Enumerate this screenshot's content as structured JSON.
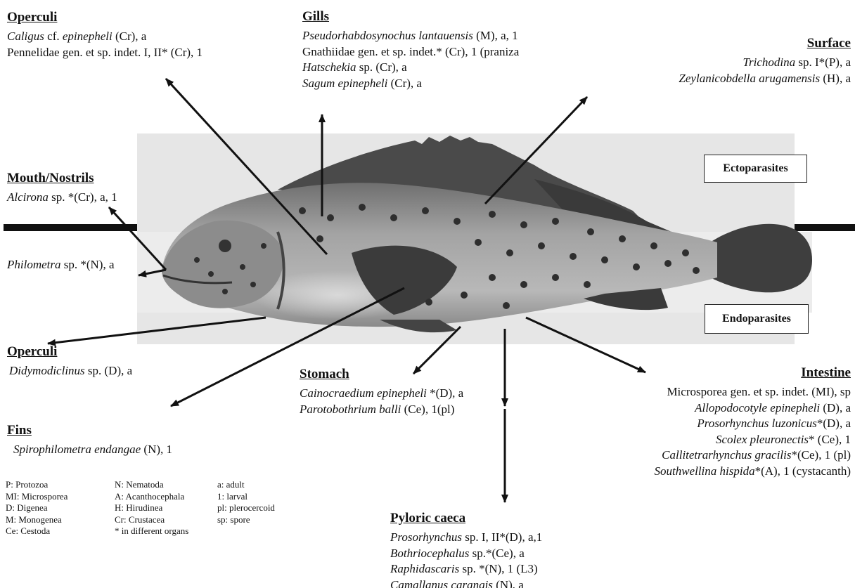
{
  "groups": {
    "operculi_top": {
      "header": "Operculi",
      "items": [
        [
          {
            "i": "Caligus"
          },
          {
            "t": " cf. "
          },
          {
            "i": "epinepheli"
          },
          {
            "t": " (Cr), a"
          }
        ],
        [
          {
            "t": "Pennelidae gen. et sp. indet. I, II* (Cr), 1"
          }
        ]
      ]
    },
    "gills": {
      "header": "Gills",
      "items": [
        [
          {
            "i": "Pseudorhabdosynochus lantauensis"
          },
          {
            "t": " (M), a, 1"
          }
        ],
        [
          {
            "t": "Gnathiidae gen. et sp. indet.* (Cr), 1 (praniza"
          }
        ],
        [
          {
            "i": "Hatschekia"
          },
          {
            "t": " sp. (Cr), a"
          }
        ],
        [
          {
            "i": "Sagum epinepheli"
          },
          {
            "t": " (Cr), a"
          }
        ]
      ]
    },
    "surface": {
      "header": "Surface",
      "items": [
        [
          {
            "i": "Trichodina"
          },
          {
            "t": " sp. I*(P), a"
          }
        ],
        [
          {
            "i": "Zeylanicobdella arugamensis"
          },
          {
            "t": " (H), a"
          }
        ]
      ]
    },
    "mouth": {
      "header": "Mouth/Nostrils",
      "items": [
        [
          {
            "i": "Alcirona"
          },
          {
            "t": " sp. *(Cr), a, 1"
          }
        ]
      ]
    },
    "philometra": {
      "header": "",
      "items": [
        [
          {
            "i": "Philometra"
          },
          {
            "t": " sp. *(N), a"
          }
        ]
      ]
    },
    "operculi_bottom": {
      "header": "Operculi",
      "items": [
        [
          {
            "i": "Didymodiclinus"
          },
          {
            "t": " sp. (D), a"
          }
        ]
      ]
    },
    "fins": {
      "header": "Fins",
      "items": [
        [
          {
            "i": "Spirophilometra endangae"
          },
          {
            "t": " (N), 1"
          }
        ]
      ]
    },
    "stomach": {
      "header": "Stomach",
      "items": [
        [
          {
            "i": "Cainocraedium epinepheli"
          },
          {
            "t": " *(D), a"
          }
        ],
        [
          {
            "i": "Parotobothrium balli"
          },
          {
            "t": " (Ce), 1(pl)"
          }
        ]
      ]
    },
    "intestine": {
      "header": "Intestine",
      "items": [
        [
          {
            "t": "Microsporea gen. et sp. indet. (MI), sp"
          }
        ],
        [
          {
            "i": "Allopodocotyle epinepheli"
          },
          {
            "t": " (D), a"
          }
        ],
        [
          {
            "i": "Prosorhynchus luzonicus"
          },
          {
            "t": "*(D), a"
          }
        ],
        [
          {
            "i": "Scolex pleuronectis"
          },
          {
            "t": "* (Ce), 1"
          }
        ],
        [
          {
            "i": "Callitetrarhynchus gracilis"
          },
          {
            "t": "*(Ce), 1 (pl)"
          }
        ],
        [
          {
            "i": "Southwellina hispida"
          },
          {
            "t": "*(A), 1 (cystacanth)"
          }
        ]
      ]
    },
    "pyloric": {
      "header": "Pyloric caeca",
      "items": [
        [
          {
            "i": "Prosorhynchus"
          },
          {
            "t": " sp. I, II*(D), a,1"
          }
        ],
        [
          {
            "i": "Bothriocephalus"
          },
          {
            "t": " sp.*(Ce), a"
          }
        ],
        [
          {
            "i": "Raphidascaris"
          },
          {
            "t": " sp. *(N), 1 (L3)"
          }
        ],
        [
          {
            "i": "Camallanus carangis"
          },
          {
            "t": " (N), a"
          }
        ]
      ]
    }
  },
  "boxes": {
    "ecto": "Ectoparasites",
    "endo": "Endoparasites"
  },
  "legend": [
    [
      "P: Protozoa",
      "MI: Microsporea",
      "D: Digenea",
      "M: Monogenea",
      "Ce: Cestoda"
    ],
    [
      "N: Nematoda",
      "A: Acanthocephala",
      "H: Hirudinea",
      "Cr: Crustacea",
      "* in different organs"
    ],
    [
      "a: adult",
      "1: larval",
      "pl: plerocercoid",
      "sp: spore"
    ]
  ],
  "colors": {
    "photo_bg": "#e6e6e6",
    "fish_body": "#9a9a9a",
    "fins": "#3e3e3e",
    "spots": "#2e2e2e",
    "arrows": "#111111"
  }
}
